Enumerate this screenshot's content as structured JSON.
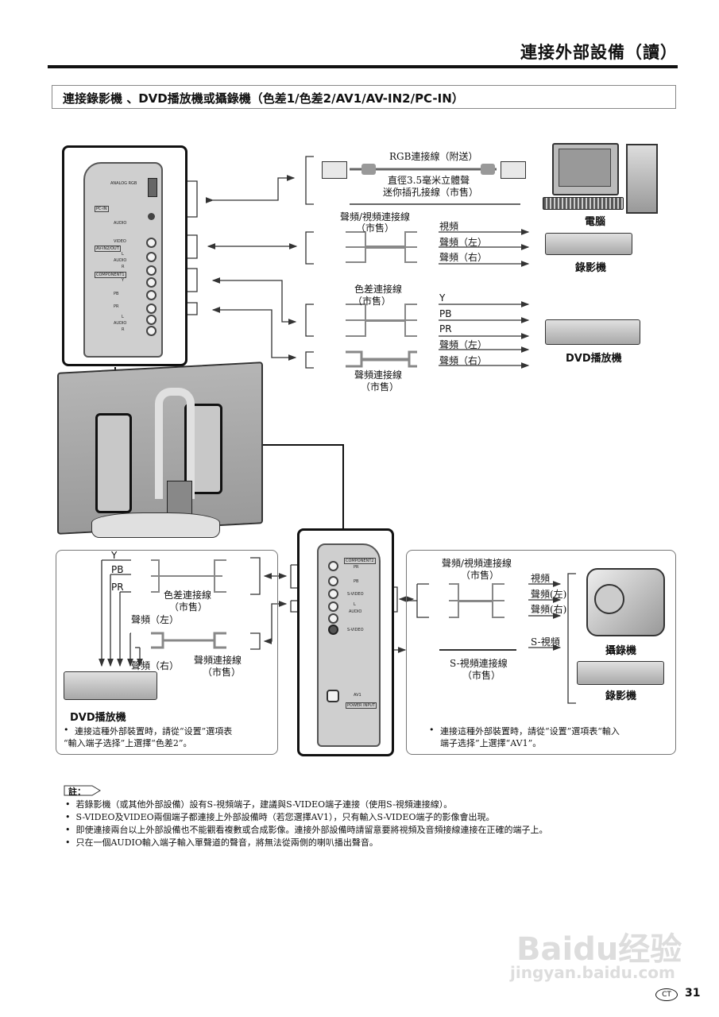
{
  "header": {
    "page_title": "連接外部設備（讀）",
    "section_title": "連接錄影機 、DVD播放機或攝錄機（色差1/色差2/AV1/AV-IN2/PC-IN）"
  },
  "top_panel": {
    "jack_labels": [
      "ANALOG RGB",
      "PC-IN",
      "AUDIO",
      "VIDEO",
      "AV-IN2/OUT",
      "L",
      "AUDIO",
      "R",
      "COMPONENT1",
      "Y",
      "PB",
      "PR",
      "L",
      "AUDIO",
      "R"
    ]
  },
  "top_cables": {
    "rgb_cable": "RGB連接線（附送）",
    "mini_jack_line1": "直徑3.5毫米立體聲",
    "mini_jack_line2": "迷你插孔接線（市售）",
    "av_cable": "聲頻/視頻連接線",
    "av_cable_note": "（市售）",
    "av_signals": [
      "視頻",
      "聲頻（左）",
      "聲頻（右）"
    ],
    "component_cable": "色差連接線",
    "component_cable_note": "（市售）",
    "component_signals": [
      "Y",
      "PB",
      "PR",
      "聲頻（左）",
      "聲頻（右）"
    ],
    "audio_cable": "聲頻連接線",
    "audio_cable_note": "（市售）"
  },
  "devices": {
    "computer": "電腦",
    "vcr": "錄影機",
    "dvd": "DVD播放機",
    "camcorder": "攝錄機",
    "vcr2": "錄影機"
  },
  "left_panel": {
    "signals": [
      "Y",
      "PB",
      "PR"
    ],
    "component_cable": "色差連接線",
    "component_cable_note": "（市售）",
    "audio_left": "聲頻（左）",
    "audio_right": "聲頻（右）",
    "audio_cable": "聲頻連接線",
    "audio_cable_note": "（市售）",
    "device": "DVD播放機",
    "note_line1": "連接這種外部裝置時，請從“设置”選項表",
    "note_line2": "“輸入端子选择”上選擇“色差2”。"
  },
  "middle_panel": {
    "jack_labels": [
      "COMPONENT2",
      "PR",
      "PB",
      "S-VIDEO",
      "L",
      "AUDIO",
      "S-VIDEO",
      "AV1",
      "POWER INPUT"
    ]
  },
  "right_panel": {
    "av_cable": "聲頻/視頻連接線",
    "av_cable_note": "（市售）",
    "av_signals": [
      "視頻",
      "聲頻(左)",
      "聲頻(右)"
    ],
    "svideo_signal": "S-視頻",
    "svideo_cable": "S-視頻連接線",
    "svideo_cable_note": "（市售）",
    "camcorder": "攝錄機",
    "vcr": "錄影機",
    "note_line1": "連接這種外部裝置時，請從“设置”選項表“輸入",
    "note_line2": "端子选择”上選擇“AV1”。"
  },
  "notes": {
    "label": "註：",
    "items": [
      "若錄影機（或其他外部設備）設有S-視頻端子，建議與S-VIDEO端子連接（使用S-視頻連接線）。",
      "S-VIDEO及VIDEO兩個端子都連接上外部設備時（若您選擇AV1），只有輸入S-VIDEO端子的影像會出現。",
      "即使連接兩台以上外部設備也不能觀看複數或合成影像。連接外部設備時請留意要將視頻及音頻接線連接在正確的端子上。",
      "只在一個AUDIO輸入端子輸入單聲道的聲音，將無法從兩側的喇叭播出聲音。"
    ]
  },
  "footer": {
    "region_badge": "CT",
    "page_number": "31",
    "watermark_brand": "Baidu经验",
    "watermark_url": "jingyan.baidu.com"
  }
}
